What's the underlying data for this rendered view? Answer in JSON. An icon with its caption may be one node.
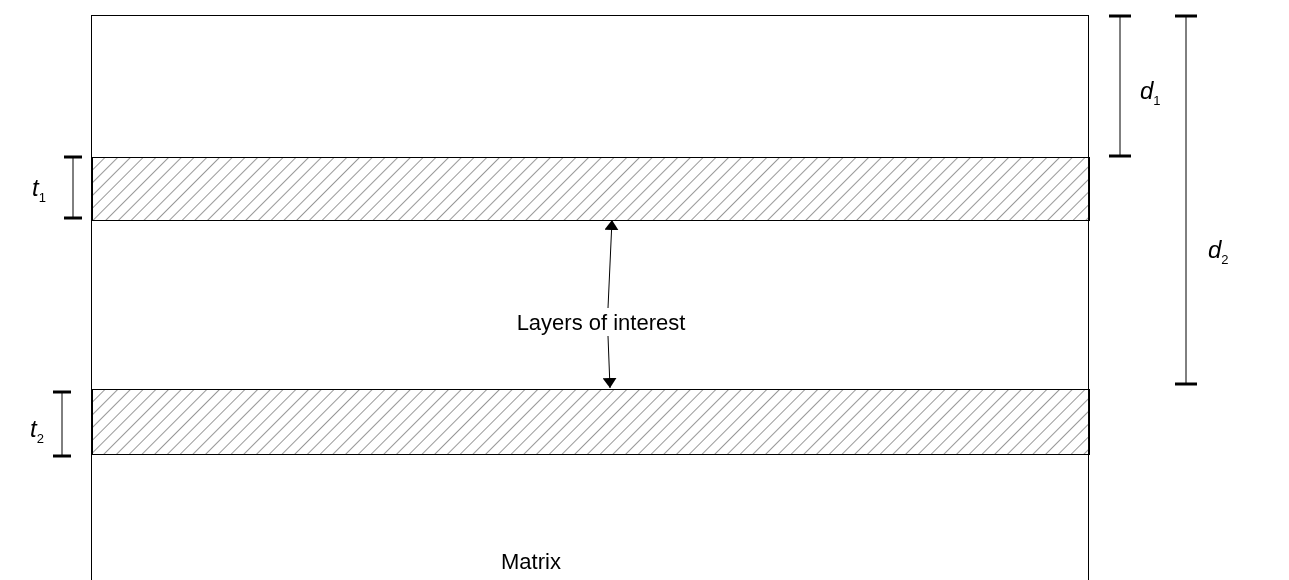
{
  "diagram": {
    "nodes": [
      {
        "text": [
          "Matrix"
        ]
      },
      {
        "text": [],
        "shape": "box",
        "in": 0
      },
      {
        "text": [],
        "shape": "box",
        "in": 0
      },
      {
        "text": [
          "Layers of interest"
        ],
        "in": 0
      }
    ],
    "edges": [
      {
        "from": 3,
        "to": 1,
        "arrow": "to"
      },
      {
        "from": 3,
        "to": 2,
        "arrow": "to"
      }
    ],
    "labels": [
      "*t*$_{1}$",
      "*t*$_{2}$",
      "*d*$_{1}$",
      "*d*$_{2}$"
    ]
  }
}
